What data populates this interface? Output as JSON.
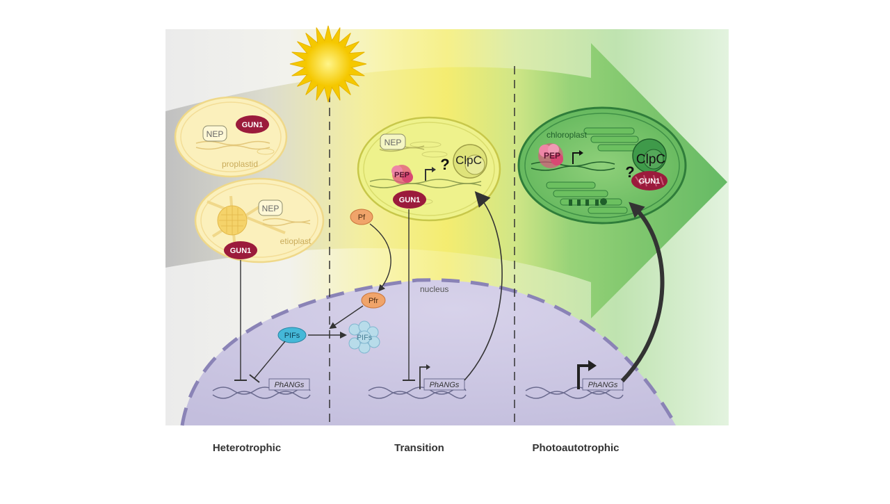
{
  "stages": {
    "heterotrophic": "Heterotrophic",
    "transition": "Transition",
    "photoautotrophic": "Photoautotrophic"
  },
  "organelles": {
    "proplastid": "proplastid",
    "etioplast": "etioplast",
    "chloroplast": "chloroplast",
    "nucleus": "nucleus"
  },
  "proteins": {
    "nep": "NEP",
    "gun1": "GUN1",
    "pep": "PEP",
    "clpc": "ClpC",
    "pf": "Pf",
    "pfr": "Pfr",
    "pifs": "PIFs"
  },
  "genes": {
    "phangs": "PhANGs"
  },
  "symbols": {
    "question": "?"
  },
  "colors": {
    "gun1": "#9b1b3c",
    "pep": "#e2527f",
    "pif": "#45b8d8",
    "phytochrome": "#f0a46a",
    "nucleus": "#cbc6e2",
    "green_arrow": "#4fb04f",
    "plastid_yellow": "#fbeeb0",
    "sun": "#f5d316"
  }
}
